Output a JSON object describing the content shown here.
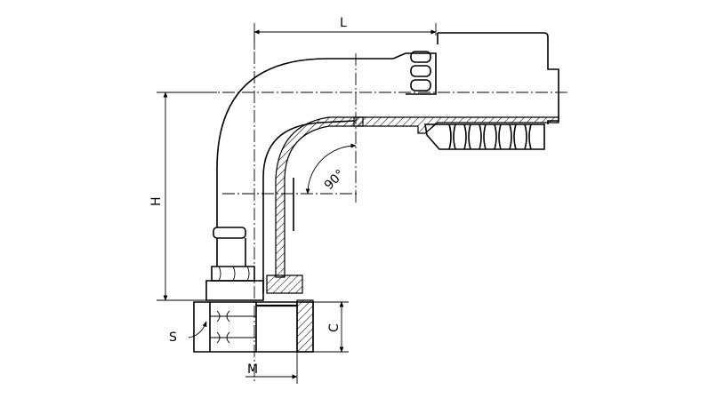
{
  "diagram": {
    "labels": {
      "length": "L",
      "height": "H",
      "angle": "90°",
      "hex_size": "S",
      "thread_length": "C",
      "thread": "M"
    }
  }
}
